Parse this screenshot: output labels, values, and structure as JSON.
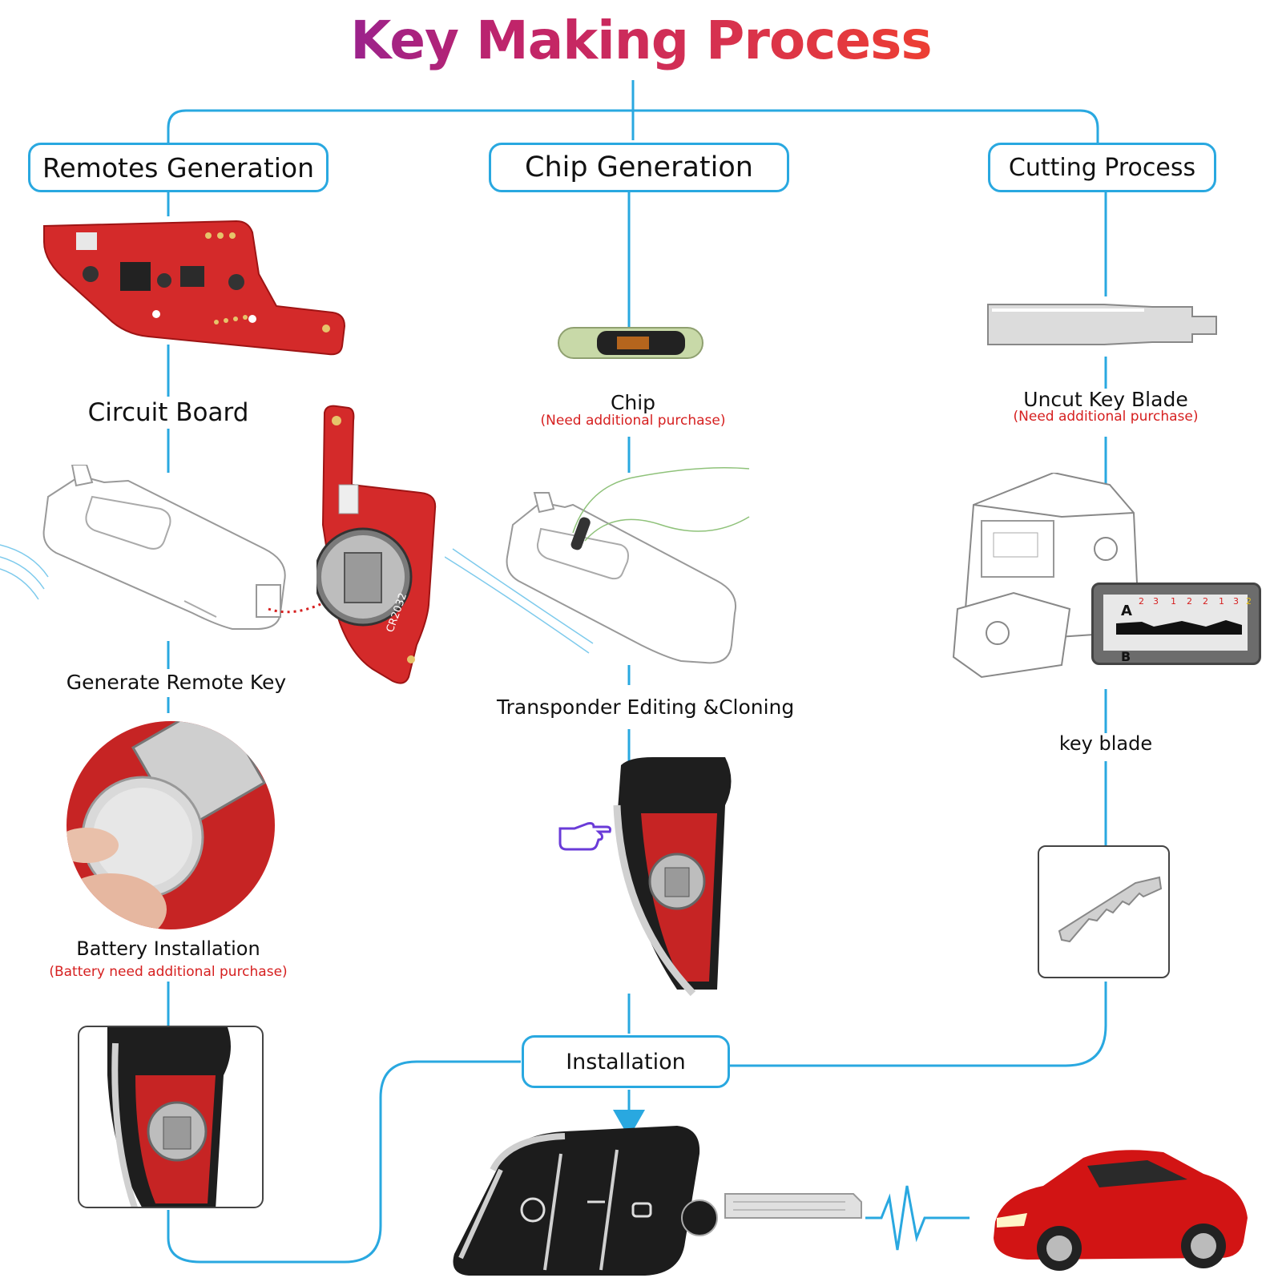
{
  "title": "Key Making Process",
  "colors": {
    "connector": "#29a8e0",
    "accent_red": "#d62020",
    "board_red": "#d42a2a",
    "title_start": "#4a1fd6",
    "title_end": "#f0402f"
  },
  "columns": {
    "remotes": {
      "header": "Remotes Generation",
      "board_label": "Circuit Board",
      "generate_label": "Generate Remote Key",
      "battery_label": "Battery Installation",
      "battery_note": "(Battery need additional purchase)",
      "board_marking": "CR2032"
    },
    "chip": {
      "header": "Chip Generation",
      "chip_label": "Chip",
      "chip_note": "(Need additional purchase)",
      "transponder_label": "Transponder Editing &Cloning"
    },
    "cutting": {
      "header": "Cutting Process",
      "blade_label": "Uncut Key  Blade",
      "blade_note": "(Need additional purchase)",
      "keyblade_label": "key blade",
      "cut_marker_a": "A",
      "cut_marker_b": "B",
      "cut_digits": [
        "2",
        "3",
        "1",
        "2",
        "2",
        "1",
        "3",
        "2"
      ]
    }
  },
  "installation": {
    "label": "Installation"
  },
  "icons": [
    "circuit-board-icon",
    "key-programmer-icon",
    "transponder-chip-icon",
    "uncut-key-blade-icon",
    "key-cutting-machine-icon",
    "cut-key-blade-icon",
    "coin-battery-icon",
    "flip-key-icon",
    "red-car-icon",
    "pointing-hand-icon",
    "signal-pulse-icon"
  ]
}
